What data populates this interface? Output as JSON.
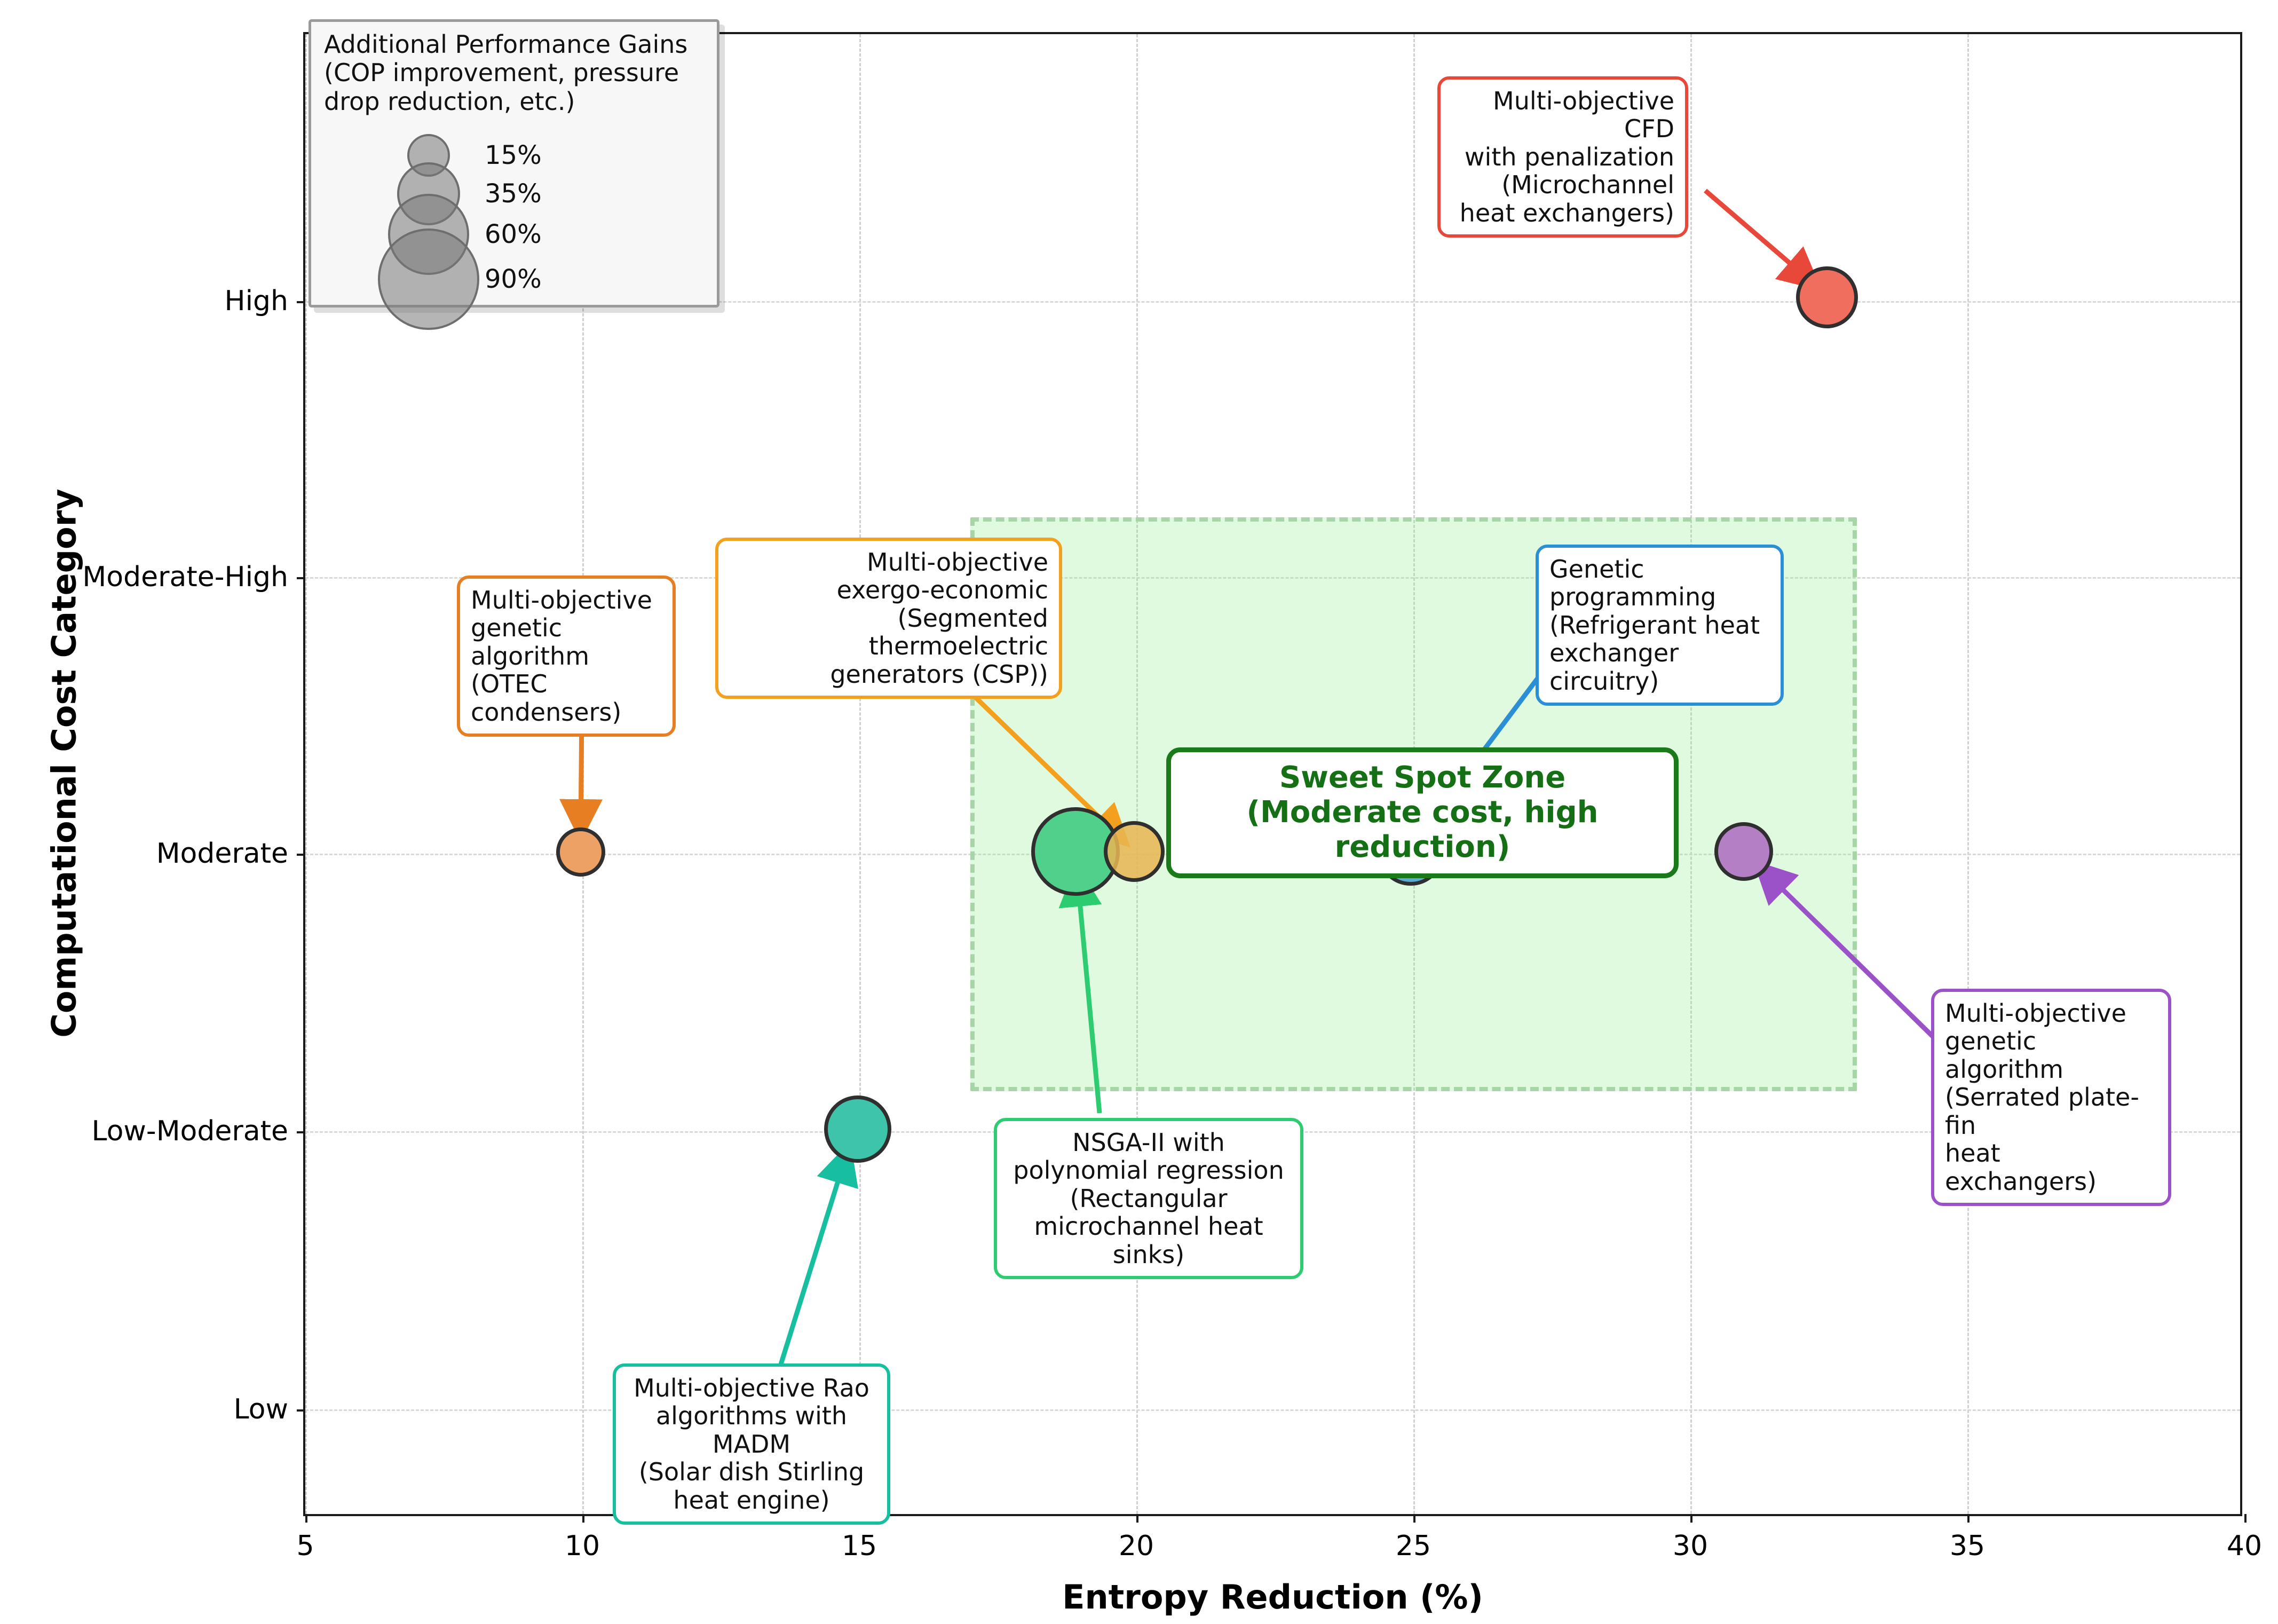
{
  "chart_data": {
    "type": "scatter",
    "title": "",
    "xlabel": "Entropy Reduction (%)",
    "ylabel": "Computational Cost Category",
    "xlim": [
      5,
      40
    ],
    "xticks": [
      5,
      10,
      15,
      20,
      25,
      30,
      35,
      40
    ],
    "yticks": [
      "Low",
      "Low-Moderate",
      "Moderate",
      "Moderate-High",
      "High"
    ],
    "grid": true,
    "legend_position": "upper-left",
    "size_legend": {
      "title": "Additional Performance Gains\n(COP improvement, pressure\ndrop reduction, etc.)",
      "entries": [
        {
          "label": "15%",
          "value": 15
        },
        {
          "label": "35%",
          "value": 35
        },
        {
          "label": "60%",
          "value": 60
        },
        {
          "label": "90%",
          "value": 90
        }
      ]
    },
    "shaded_region": {
      "label": "Sweet Spot Zone\n(Moderate cost, high reduction)",
      "x_range": [
        17.0,
        33.0
      ],
      "y_range": [
        "Low-Moderate+",
        "Moderate-High-"
      ],
      "fill": "#90ee90",
      "edge": "#a8d5a8"
    },
    "points": [
      {
        "id": "cfd-penalization",
        "label": "Multi-objective CFD\nwith penalization\n(Microchannel\nheat exchangers)",
        "x": 32.5,
        "y": "High",
        "size_pct": 45,
        "color": "#ef6e5d",
        "box_color": "#e8483a"
      },
      {
        "id": "otec-condensers",
        "label": "Multi-objective\ngenetic algorithm\n(OTEC\ncondensers)",
        "x": 10,
        "y": "Moderate",
        "size_pct": 25,
        "color": "#eda164",
        "box_color": "#e87e22"
      },
      {
        "id": "exergo-economic-csp",
        "label": "Multi-objective\nexergo-economic\n(Segmented thermoelectric\ngenerators (CSP))",
        "x": 20,
        "y": "Moderate",
        "size_pct": 42,
        "color": "#e8b553",
        "box_color": "#f2a01e"
      },
      {
        "id": "nsga-ii-microchannel",
        "label": "NSGA-II with\npolynomial regression\n(Rectangular\nmicrochannel heat sinks)",
        "x": 19,
        "y": "Moderate",
        "size_pct": 80,
        "color": "#4fd18b",
        "box_color": "#2ecc71"
      },
      {
        "id": "genetic-programming-refrigerant",
        "label": "Genetic\nprogramming\n(Refrigerant heat\nexchanger circuitry)",
        "x": 25,
        "y": "Moderate",
        "size_pct": 50,
        "color": "#5aa9d6",
        "box_color": "#2a8fd4"
      },
      {
        "id": "serrated-plate-fin",
        "label": "Multi-objective\ngenetic algorithm\n(Serrated plate-fin\nheat exchangers)",
        "x": 31,
        "y": "Moderate",
        "size_pct": 38,
        "color": "#b47fc4",
        "box_color": "#9b51c8"
      },
      {
        "id": "rao-madm-stirling",
        "label": "Multi-objective Rao\nalgorithms with MADM\n(Solar dish Stirling\nheat engine)",
        "x": 15,
        "y": "Low-Moderate",
        "size_pct": 50,
        "color": "#3ec4ab",
        "box_color": "#17bfa0"
      }
    ]
  }
}
